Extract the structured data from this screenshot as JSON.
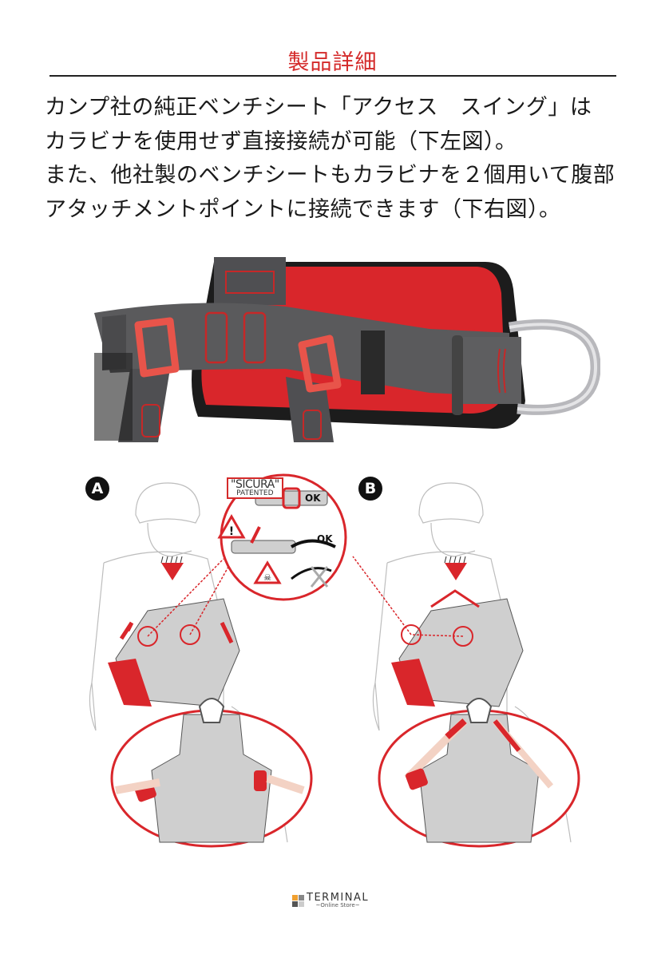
{
  "heading": {
    "title": "製品詳細",
    "color": "#d42a2a"
  },
  "description": {
    "lines": [
      "カンプ社の純正ベンチシート「アクセス　スイング」は",
      "カラビナを使用せず直接接続が可能（下左図）。",
      "また、他社製のベンチシートもカラビナを２個用いて腹部",
      "アタッチメントポイントに接続できます（下右図）。"
    ]
  },
  "product_photo": {
    "subject": "harness-waist-belt-photo",
    "colors": {
      "webbing": "#5a5a5c",
      "padding": "#d9262b",
      "buckles": "#e8544a",
      "ring": "#b8b8bc"
    }
  },
  "illustration": {
    "panel_a": {
      "badge": "A"
    },
    "panel_b": {
      "badge": "B"
    },
    "callout": {
      "label_top": "\"SICURA\"",
      "label_bottom": "PATENTED",
      "ok_1": "OK",
      "ok_2": "OK",
      "warning_icon": "warning-triangle-icon",
      "danger_icon": "skull-crossbones-icon"
    },
    "accent_color": "#d42a2a"
  },
  "footer": {
    "brand": "TERMINAL",
    "tagline": "~Online Store~",
    "logo_colors": [
      "#f0a030",
      "#888888",
      "#555555",
      "#cccccc"
    ]
  }
}
